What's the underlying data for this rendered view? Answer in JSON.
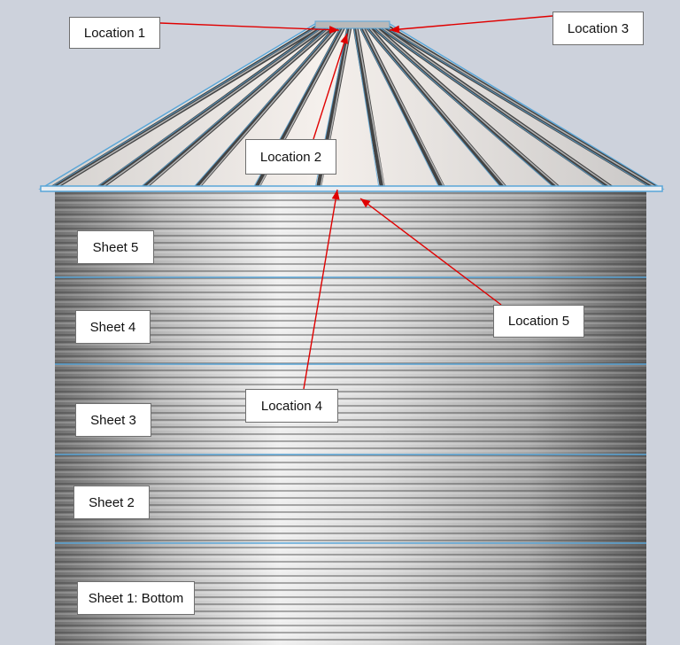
{
  "figure": {
    "callouts": {
      "location_1": "Location 1",
      "location_2": "Location 2",
      "location_3": "Location 3",
      "location_4": "Location 4",
      "location_5": "Location 5",
      "sheet_5": "Sheet 5",
      "sheet_4": "Sheet 4",
      "sheet_3": "Sheet 3",
      "sheet_2": "Sheet 2",
      "sheet_1": "Sheet 1: Bottom"
    },
    "colors": {
      "background": "#cdd2dc",
      "arrow": "#e00000",
      "edge_highlight": "#5aa6d8",
      "roof_light": "#f3eeea",
      "wall_shade_dark": "#6e6e6e",
      "wall_shade_light": "#f2f2f2"
    }
  }
}
